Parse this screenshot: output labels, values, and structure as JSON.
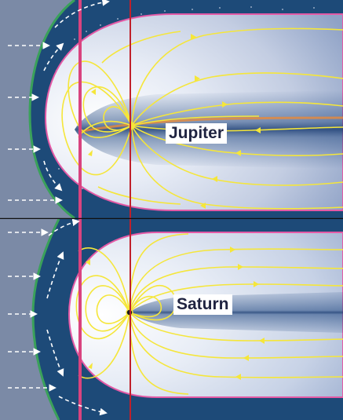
{
  "panels": {
    "top": {
      "planet_label": "Jupiter"
    },
    "bottom": {
      "planet_label": "Saturn"
    }
  },
  "colors": {
    "solar_wind_region": "#7b8aa6",
    "magnetosheath": "#1d4a78",
    "magnetosphere_core": "#ffffff",
    "field_lines": "#f5e63a",
    "field_line_arrows": "#f5e63a",
    "bow_shock": "#3aa15a",
    "magnetopause_edge": "#e45aa6",
    "reference_line_thick": "#d9437f",
    "reference_line_thin": "#c0202a",
    "solar_wind_arrows": "#ffffff",
    "current_sheet": "#e88a3a",
    "panel_divider": "#101010",
    "label_text": "#1f2340",
    "label_background": "#ffffff"
  },
  "icons": {
    "solar_wind": "dashed-arrow-right",
    "field_line_direction": "arrowhead"
  }
}
